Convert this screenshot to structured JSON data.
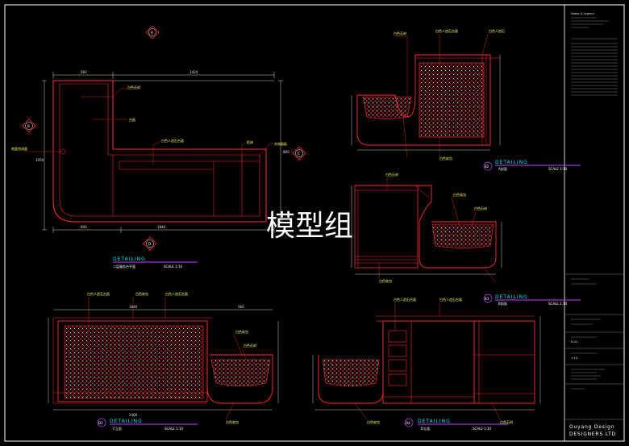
{
  "watermark": "模型组",
  "title_block": {
    "heading": "Notes & Legend",
    "company_line1": "Ouyang Design",
    "company_line2": "DESIGNERS LTD",
    "drawing_no": "D-01",
    "sheet_scale": "1:10"
  },
  "details": [
    {
      "label": "DETAILING",
      "sub": "二层服务台平面",
      "scale": "SCALE  1:10"
    },
    {
      "label": "DETAILING",
      "sub": "A剖面",
      "scale": "SCALE  1:10"
    },
    {
      "label": "DETAILING",
      "sub": "B剖面",
      "scale": "SCALE  1:10"
    },
    {
      "label": "DETAILING",
      "sub": "C立面",
      "scale": "SCALE  1:10"
    },
    {
      "label": "DETAILING",
      "sub": "D立面",
      "scale": "SCALE  1:10"
    }
  ],
  "markers": {
    "plan_top": "A",
    "plan_left": "B",
    "plan_right": "C",
    "plan_bottom": "D",
    "b2": "B2",
    "b3": "B3",
    "d1": "D1",
    "d4": "D4"
  },
  "annotations": {
    "plan_1": "白色石材",
    "plan_2": "台面",
    "plan_3": "白色人造石台面",
    "plan_4": "柜体",
    "plan_5": "木饰面板",
    "plan_6": "地面完成面",
    "sec_1": "白色石材",
    "sec_2": "白色人造石台面",
    "sec_3": "白色人造石",
    "sec_4": "白色软包",
    "sec_5": "白色石材",
    "sec_6": "白色软包",
    "sec_7": "白色石材",
    "sec_8": "白色软包",
    "el_1": "白色人造石台面",
    "el_2": "白色软包",
    "el_3": "白色人造石台面",
    "el_4": "白色软包",
    "el_5": "白色石材",
    "el_6": "白色人造石台面",
    "el_7": "白色软包",
    "el_8": "白色石材"
  }
}
